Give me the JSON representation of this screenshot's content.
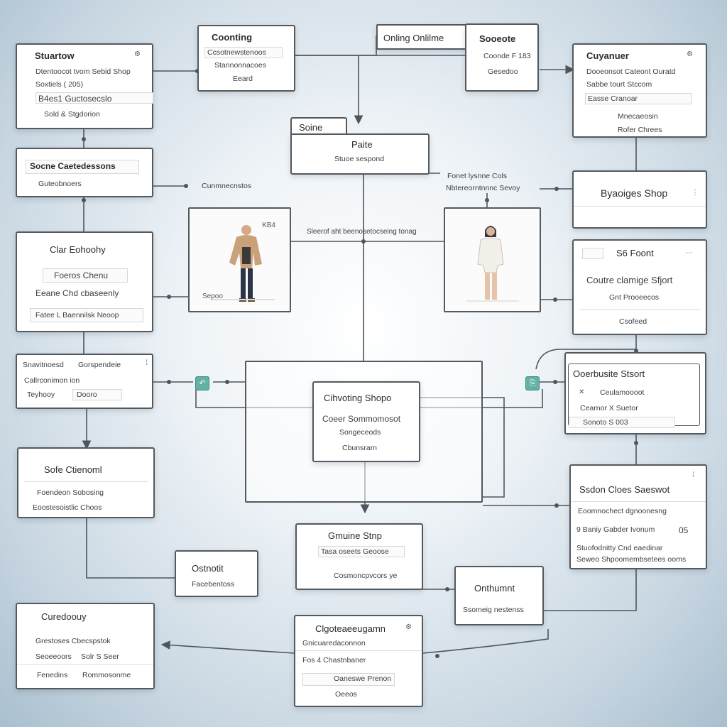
{
  "top_center_label": "Onling Onlilme",
  "float_labels": {
    "left_mid": "Cunmnecnstos",
    "right_mid_1": "Fonet lysnne Cols",
    "right_mid_2": "Nbtereorntnnnc Sevoy",
    "center_band": "Sleerof aht beenosetocseing tonag"
  },
  "boxes": {
    "showdow": {
      "title": "Stuartow",
      "l1": "Dtentoocot tvom Sebid Shop",
      "l2": "Soxtiels  ( 205)",
      "l3": "B4es1  Guctosecslo",
      "l4": "Sold & Stgdorion"
    },
    "coonting": {
      "title": "Coonting",
      "l1": "Ccsotnewstenoos",
      "l2": "Stannonnacoes",
      "l3": "Eeard"
    },
    "sooeote": {
      "title": "Sooeote",
      "l1": "Coonde  F 183",
      "l2": "Gesedoo"
    },
    "cuyanuer": {
      "title": "Cuyanuer",
      "l1": "Dooeonsot Cateont Ouratd",
      "l2": "Sabbe tourt  Stccom",
      "l3": "Easse Cranoar",
      "l4": "Mnecaeosin",
      "l5": "Rofer Chrees"
    },
    "paite": {
      "tab": "Soine",
      "title": "Paite",
      "l1": "Stuoe sespond"
    },
    "castle": {
      "title": "Socne  Caetedessons",
      "l1": "Guteobnoers"
    },
    "byapnes": {
      "title": "Byaoiges Shop"
    },
    "photo_left": {
      "tag": "KB4",
      "caption": "Sepoo"
    },
    "clear": {
      "title": "Clar Eohoohy",
      "l1": "Foeros Chenu",
      "l2": "Eeane  Chd cbaseenly",
      "l3": "Fatee  L  Baennilsk Neoop"
    },
    "sofront": {
      "title": "S6 Foont",
      "l1": "Coutre clamige Sfjort",
      "l2": "Gnt Prooeecos",
      "l3": "Csofeed"
    },
    "stanmoot": {
      "l1": "Snavitnoesd",
      "l2": "Gorspendeie",
      "l3": "Callrconimon ion",
      "l4": "Teyhooy",
      "l5": "Dooro"
    },
    "center": {
      "title": "Cihvoting Shopo",
      "l1": "Coeer Sommomosot",
      "l2": "Songeceods",
      "l3": "Cbunsrarn"
    },
    "coerbuate": {
      "title": "Ooerbusite Stsort",
      "l1": "Ceulamoooot",
      "l2": "Cearnor  X  Suetor",
      "l3": "Sonoto  S 003"
    },
    "sofe": {
      "title": "Sofe Ctienoml",
      "l1": "Foendeon  Sobosing",
      "l2": "Eoostesoistlic Choos"
    },
    "sedon": {
      "title": "Ssdon Cloes Saeswot",
      "l1": "Eoomnochect dgnoonesng",
      "l2": "9 Baniy  Gabder Ivonum",
      "l3": "05",
      "l4": "Stuofodnitty  Cnd eaedinar",
      "l5": "Seweo Shpoomembsetees ooms"
    },
    "gmune": {
      "title": "Gmuine Stnp",
      "l1": "Tasa oseets Geoose",
      "l2": "Cosmoncpvcors  ye"
    },
    "osthmt": {
      "title": "Ostnotit",
      "l1": "Facebentoss"
    },
    "onthumnt": {
      "title": "Onthumnt",
      "l1": "Ssomeig nestenss"
    },
    "cureodouy": {
      "title": "Curedoouy",
      "l1": "Grestoses  Cbecspstok",
      "l2": "Seoeeoors",
      "l3": "Solr  S Seer",
      "l4": "Fenedins",
      "l5": "Rommosonme"
    },
    "clgoter": {
      "title": "Clgoteaeeugamn",
      "l1": "Gnicuaredaconnon",
      "l2": "Fos  4 Chastnbaner",
      "l3": "Oaneswe Prenon",
      "l4": "Oeeos"
    }
  },
  "colors": {
    "connector": "#63b0a6",
    "line": "#4f555a",
    "border": "#54595e"
  },
  "icons": [
    "gear-icon",
    "connector-icon",
    "person-figure"
  ]
}
